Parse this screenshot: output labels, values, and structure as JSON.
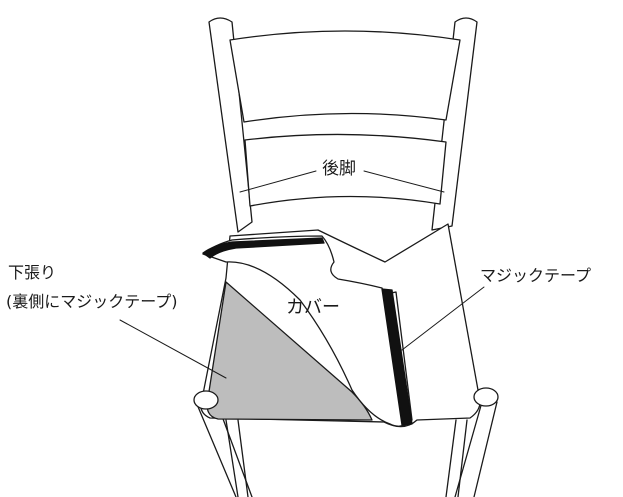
{
  "labels": {
    "back_leg": "後脚",
    "cover": "カバー",
    "magic_tape": "マジックテープ",
    "underlay": "下張り",
    "underlay_note": "(裏側にマジックテープ)"
  },
  "colors": {
    "outline": "#1a1a1a",
    "underlay_fill": "#bdbdbd",
    "cover_fill": "#ffffff",
    "tape_fill": "#111111"
  }
}
